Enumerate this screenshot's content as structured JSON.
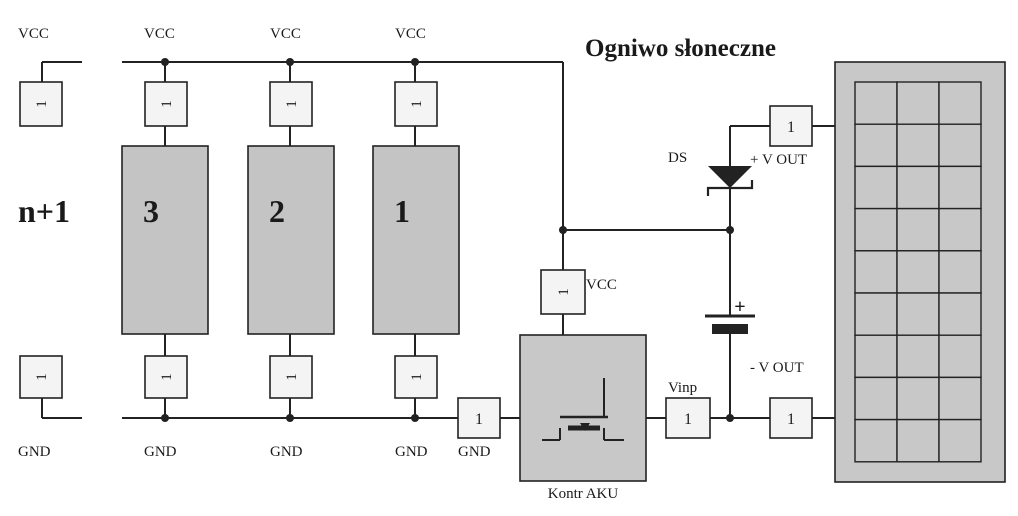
{
  "title": "Ogniwo słoneczne",
  "vcc": "VCC",
  "gnd": "GND",
  "connector_label_rotated": "1",
  "connector_label": "1",
  "stack_label": "n+1",
  "cells": [
    {
      "label": "3"
    },
    {
      "label": "2"
    },
    {
      "label": "1"
    }
  ],
  "diode_label": "DS",
  "plus_vout": "+ V OUT",
  "minus_vout": "- V OUT",
  "battery_plus": "+",
  "vinp": "Vinp",
  "controller_label": "Kontr AKU",
  "colors": {
    "cell_fill": "#c4c4c4",
    "panel_fill": "#c8c8c8",
    "controller_fill": "#c8c8c8",
    "wire": "#222222"
  }
}
